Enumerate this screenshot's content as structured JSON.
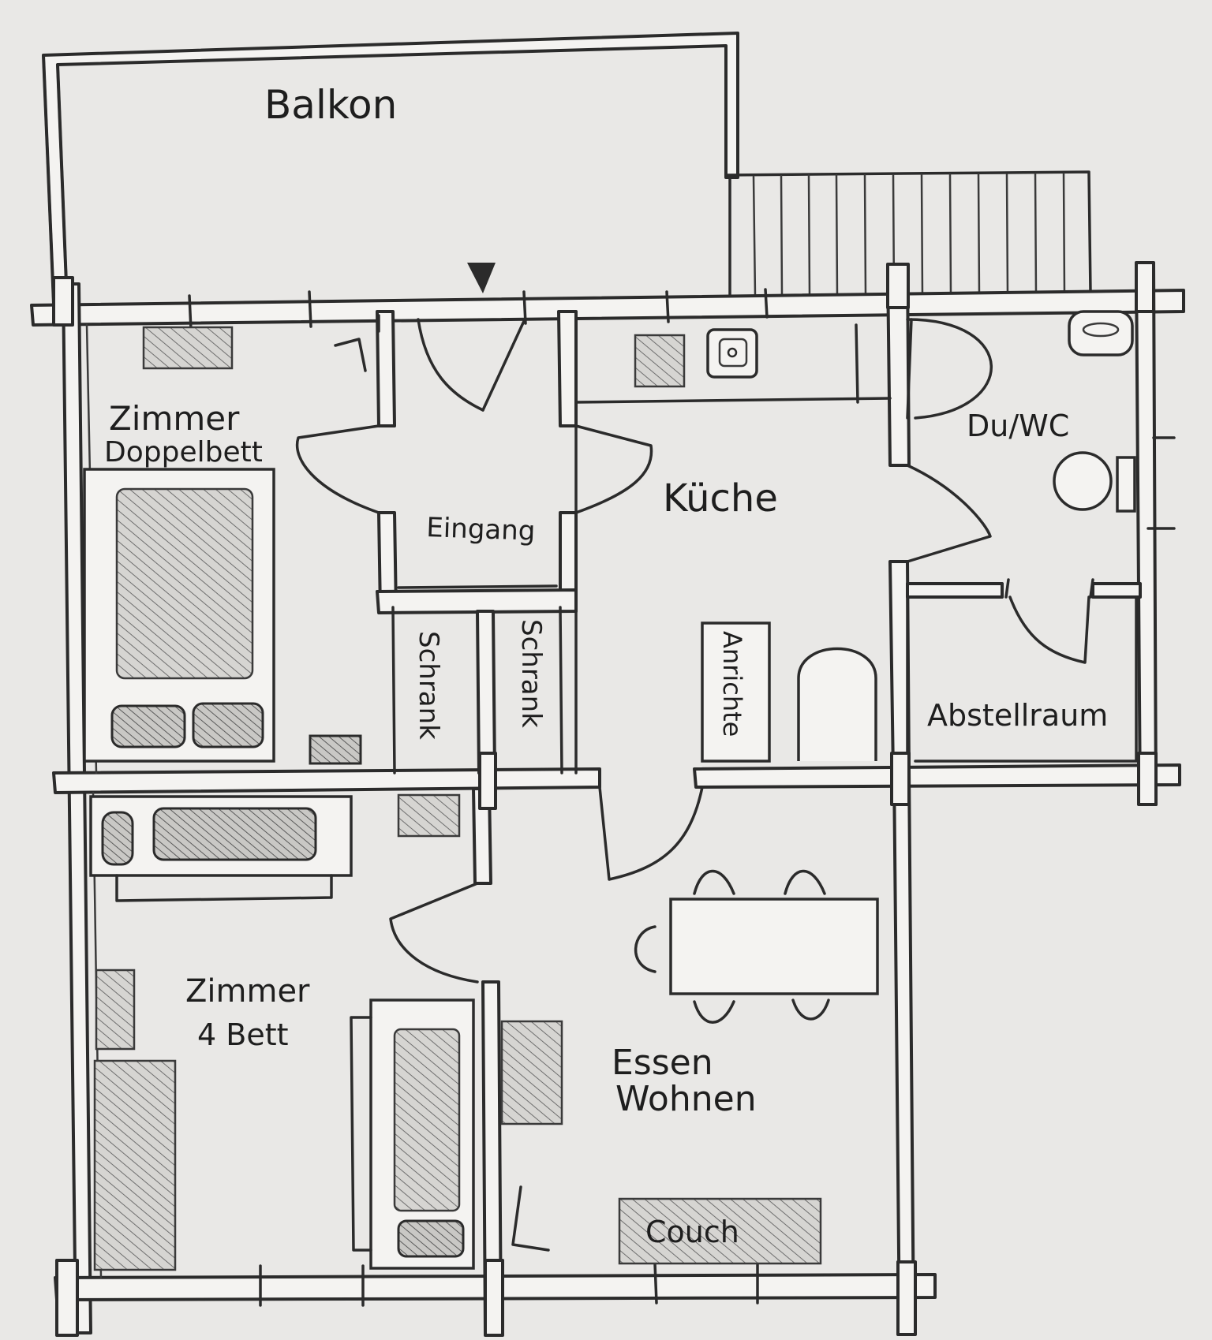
{
  "rooms": {
    "balkon": "Balkon",
    "zimmer_doppelbett_line1": "Zimmer",
    "zimmer_doppelbett_line2": "Doppelbett",
    "eingang": "Eingang",
    "kueche": "Küche",
    "du_wc": "Du/WC",
    "schrank_1": "Schrank",
    "schrank_2": "Schrank",
    "anrichte": "Anrichte",
    "abstellraum": "Abstellraum",
    "zimmer_4bett_line1": "Zimmer",
    "zimmer_4bett_line2": "4 Bett",
    "essen": "Essen",
    "wohnen": "Wohnen",
    "couch": "Couch"
  },
  "colors": {
    "paper": "#e9e8e6",
    "ink": "#2b2b2b",
    "fill": "#f4f3f1"
  }
}
